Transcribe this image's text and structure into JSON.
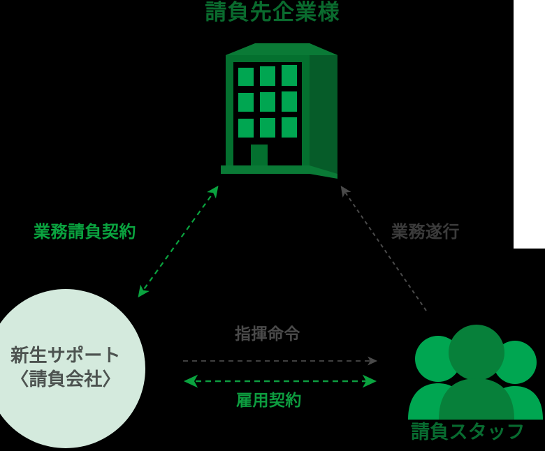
{
  "diagram": {
    "title": "請負先企業様",
    "nodes": {
      "client": {
        "label": "請負先企業様",
        "icon": "office-building-icon",
        "color": "#0a6b2e",
        "accent_color": "#00a651"
      },
      "company": {
        "line1": "新生サポート",
        "line2": "〈請負会社〉",
        "bg_color": "#d4eadd",
        "text_color": "#4d5350"
      },
      "staff": {
        "label": "請負スタッフ",
        "icon": "people-group-icon",
        "color": "#086b30",
        "accent_color": "#00a651"
      }
    },
    "edges": {
      "contract": {
        "label": "業務請負契約",
        "color": "#0aa33f",
        "style": "dashed",
        "arrows": "both"
      },
      "execution": {
        "label": "業務遂行",
        "color": "#3b3b3b",
        "style": "dashed",
        "arrows": "end"
      },
      "command": {
        "label": "指揮命令",
        "color": "#4a4a4a",
        "style": "dashed",
        "arrows": "end"
      },
      "employment": {
        "label": "雇用契約",
        "color": "#0d9c3f",
        "style": "dashed",
        "arrows": "both"
      }
    },
    "palette": {
      "background": "#000000",
      "dark_green": "#0a6b2e",
      "bright_green": "#00a651",
      "mint": "#d4eadd",
      "gray": "#4a4a4a"
    }
  }
}
